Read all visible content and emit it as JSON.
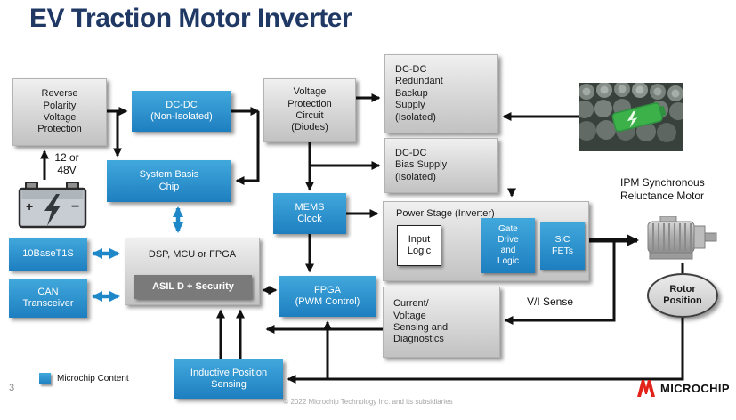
{
  "slide": {
    "title": "EV Traction Motor Inverter",
    "page_number": "3",
    "copyright": "© 2022 Microchip Technology Inc. and its subsidiaries"
  },
  "legend": {
    "label": "Microchip Content"
  },
  "brand": {
    "name": "MICROCHIP"
  },
  "nodes": {
    "reverse_polarity": "Reverse\nPolarity\nVoltage\nProtection",
    "dcdc_non_isolated": "DC-DC\n(Non-Isolated)",
    "voltage_protection": "Voltage\nProtection\nCircuit\n(Diodes)",
    "dcdc_redundant_backup": "DC-DC\nRedundant\nBackup\nSupply\n(Isolated)",
    "dcdc_bias_supply": "DC-DC\nBias Supply\n(Isolated)",
    "system_basis_chip": "System Basis\nChip",
    "mems_clock": "MEMS\nClock",
    "power_stage": "Power Stage (Inverter)",
    "input_logic": "Input\nLogic",
    "gate_drive": "Gate\nDrive\nand\nLogic",
    "sic_fets": "SiC\nFETs",
    "ethernet_10baset1s": "10BaseT1S",
    "can_transceiver": "CAN\nTransceiver",
    "dsp_mcu_fpga": "DSP, MCU or FPGA",
    "asil_security": "ASIL D + Security",
    "fpga_pwm": "FPGA\n(PWM Control)",
    "current_voltage_sensing": "Current/\nVoltage\nSensing  and\nDiagnostics",
    "inductive_position": "Inductive Position\nSensing"
  },
  "annotations": {
    "battery_voltage": "12 or\n48V",
    "motor_label": "IPM Synchronous\nReluctance Motor",
    "vi_sense": "V/I Sense",
    "rotor_position": "Rotor\nPosition"
  },
  "colors": {
    "title_navy": "#1F3864",
    "microchip_blue": "#1E87C8",
    "block_gray": "#D6D6D6",
    "brand_red": "#E2231A",
    "arrow_black": "#111111"
  }
}
